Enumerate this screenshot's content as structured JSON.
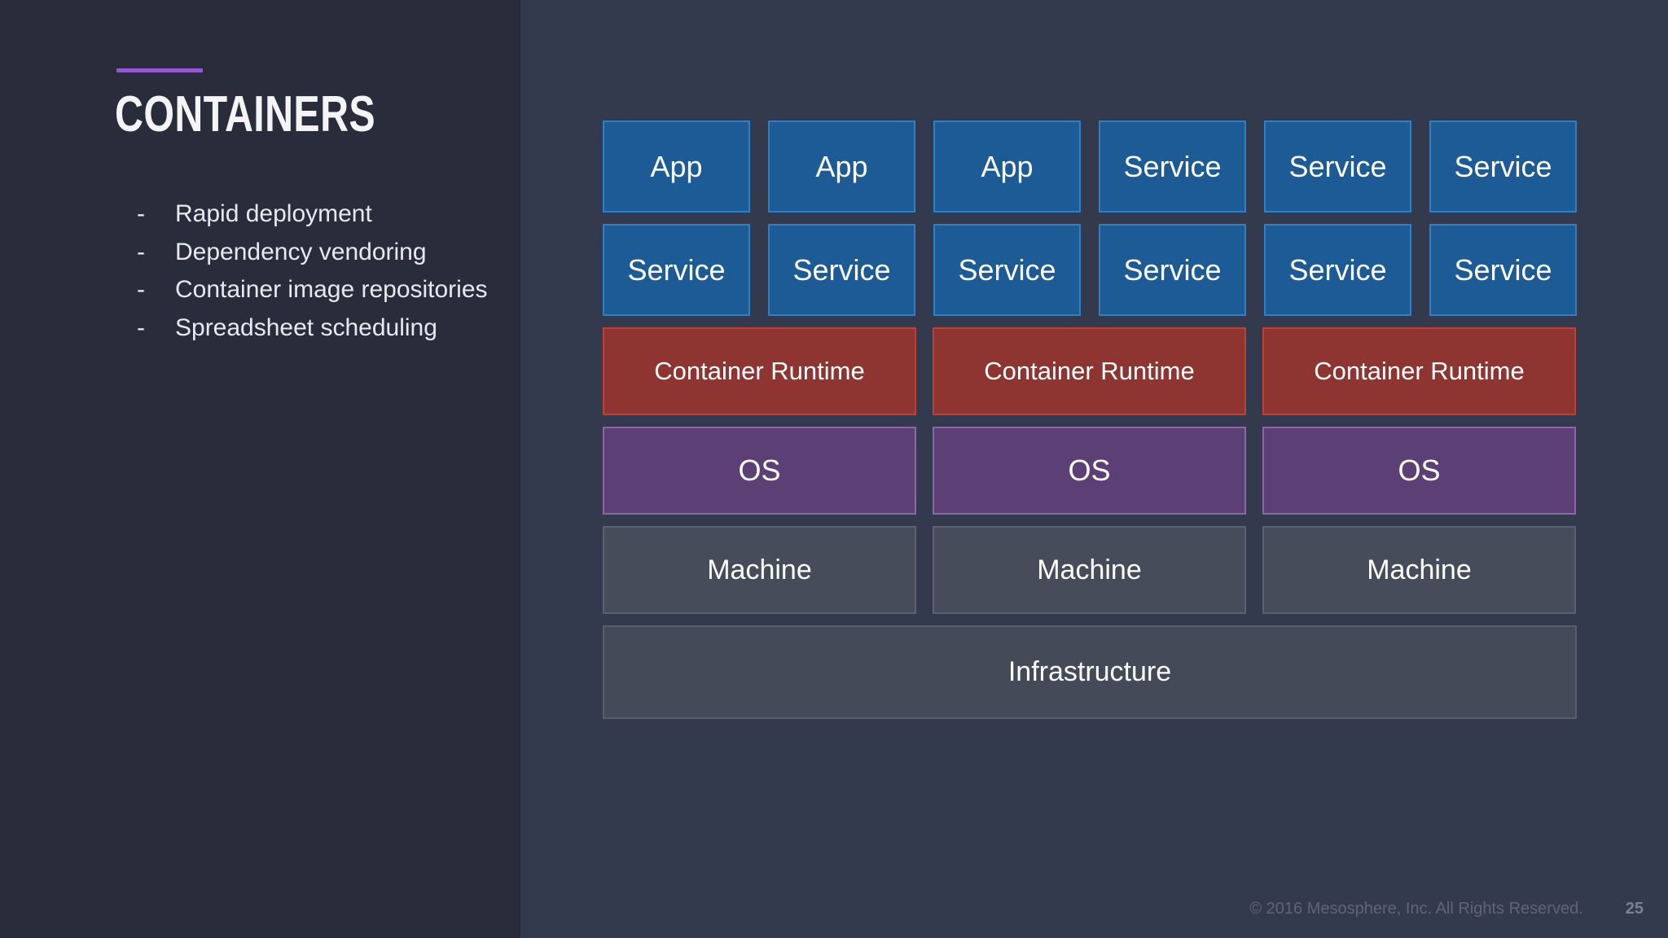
{
  "slide": {
    "title": "CONTAINERS",
    "accent_color": "#9457d4",
    "bullet_marker": "-",
    "bullets": [
      "Rapid deployment",
      "Dependency vendoring",
      "Container image repositories",
      "Spreadsheet scheduling"
    ]
  },
  "diagram": {
    "type": "layered-stack",
    "rows": [
      {
        "name": "apps-services-row-1",
        "style": "small",
        "color": "#1d5b97",
        "border": "#2e7fc4",
        "cells": [
          "App",
          "App",
          "App",
          "Service",
          "Service",
          "Service"
        ]
      },
      {
        "name": "services-row-2",
        "style": "small",
        "color": "#1d5b97",
        "border": "#2e7fc4",
        "cells": [
          "Service",
          "Service",
          "Service",
          "Service",
          "Service",
          "Service"
        ]
      },
      {
        "name": "container-runtime-row",
        "style": "runtime",
        "color": "#8e3431",
        "border": "#bf4034",
        "cells": [
          "Container Runtime",
          "Container Runtime",
          "Container Runtime"
        ]
      },
      {
        "name": "os-row",
        "style": "os",
        "color": "#5c3f74",
        "border": "#8a68a6",
        "cells": [
          "OS",
          "OS",
          "OS"
        ]
      },
      {
        "name": "machine-row",
        "style": "machine",
        "color": "#474c5b",
        "border": "#5b6173",
        "cells": [
          "Machine",
          "Machine",
          "Machine"
        ]
      },
      {
        "name": "infrastructure-row",
        "style": "infra",
        "color": "#454a59",
        "border": "#575d6d",
        "cells": [
          "Infrastructure"
        ]
      }
    ]
  },
  "footer": {
    "copyright": "© 2016 Mesosphere, Inc. All Rights Reserved.",
    "slide_number": "25"
  }
}
